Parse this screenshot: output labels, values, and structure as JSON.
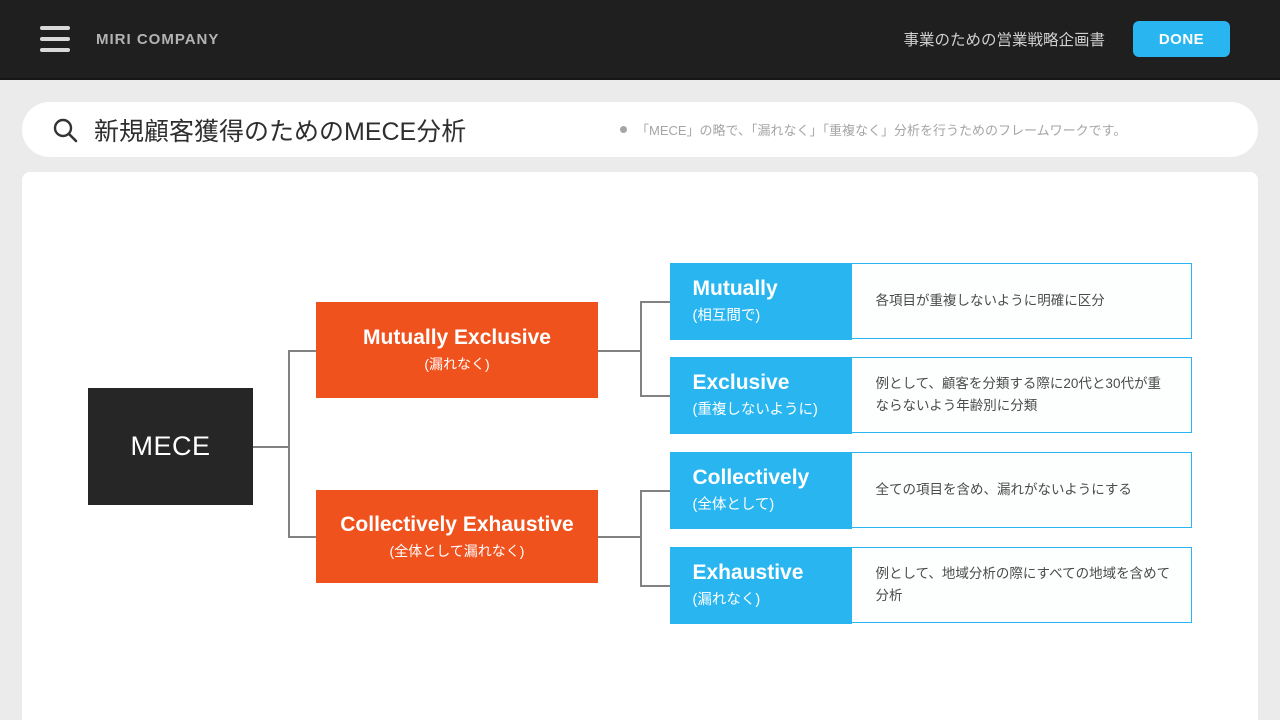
{
  "header": {
    "company": "MIRI COMPANY",
    "doc_title": "事業のための営業戦略企画書",
    "done_label": "DONE"
  },
  "search": {
    "query": "新規顧客獲得のためのMECE分析",
    "hint": "「MECE」の略で、「漏れなく」「重複なく」分析を行うためのフレームワークです。"
  },
  "diagram": {
    "root": {
      "label": "MECE"
    },
    "branches": [
      {
        "title": "Mutually Exclusive",
        "subtitle": "(漏れなく)"
      },
      {
        "title": "Collectively Exhaustive",
        "subtitle": "(全体として漏れなく)"
      }
    ],
    "leaves": [
      {
        "title": "Mutually",
        "subtitle": "(相互間で)",
        "description": "各項目が重複しないように明確に区分"
      },
      {
        "title": "Exclusive",
        "subtitle": "(重複しないように)",
        "description": "例として、顧客を分類する際に20代と30代が重ならないよう年齢別に分類"
      },
      {
        "title": "Collectively",
        "subtitle": "(全体として)",
        "description": "全ての項目を含め、漏れがないようにする"
      },
      {
        "title": "Exhaustive",
        "subtitle": "(漏れなく)",
        "description": "例として、地域分析の際にすべての地域を含めて分析"
      }
    ]
  },
  "colors": {
    "header_bg": "#1f1f1f",
    "accent_cyan": "#29b6f0",
    "accent_orange": "#f0521e",
    "root_box": "#262626",
    "connector": "#828282",
    "page_bg": "#ebebeb"
  }
}
